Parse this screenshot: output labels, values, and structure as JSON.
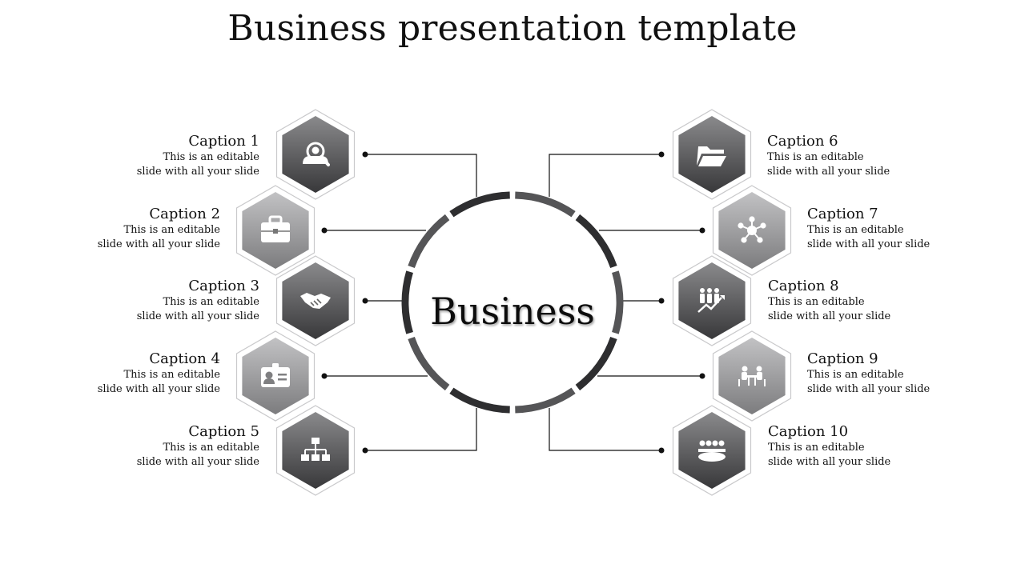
{
  "title": "Business presentation template",
  "center_label": "Business",
  "caption_desc": [
    "This is an editable",
    "slide with all your slide"
  ],
  "colors": {
    "hex_dark": "#4a4a4c",
    "hex_light": "#9a9a9c",
    "ring_dark": "#2e2e30",
    "ring_mid": "#555557",
    "connector": "#111111"
  },
  "items": [
    {
      "caption": "Caption 1",
      "icon": "user-search-icon",
      "side": "left"
    },
    {
      "caption": "Caption 2",
      "icon": "briefcase-icon",
      "side": "left"
    },
    {
      "caption": "Caption 3",
      "icon": "handshake-icon",
      "side": "left"
    },
    {
      "caption": "Caption 4",
      "icon": "id-card-icon",
      "side": "left"
    },
    {
      "caption": "Caption 5",
      "icon": "org-chart-icon",
      "side": "left"
    },
    {
      "caption": "Caption 6",
      "icon": "folder-icon",
      "side": "right"
    },
    {
      "caption": "Caption 7",
      "icon": "network-icon",
      "side": "right"
    },
    {
      "caption": "Caption 8",
      "icon": "team-growth-icon",
      "side": "right"
    },
    {
      "caption": "Caption 9",
      "icon": "meeting-icon",
      "side": "right"
    },
    {
      "caption": "Caption 10",
      "icon": "conference-icon",
      "side": "right"
    }
  ]
}
